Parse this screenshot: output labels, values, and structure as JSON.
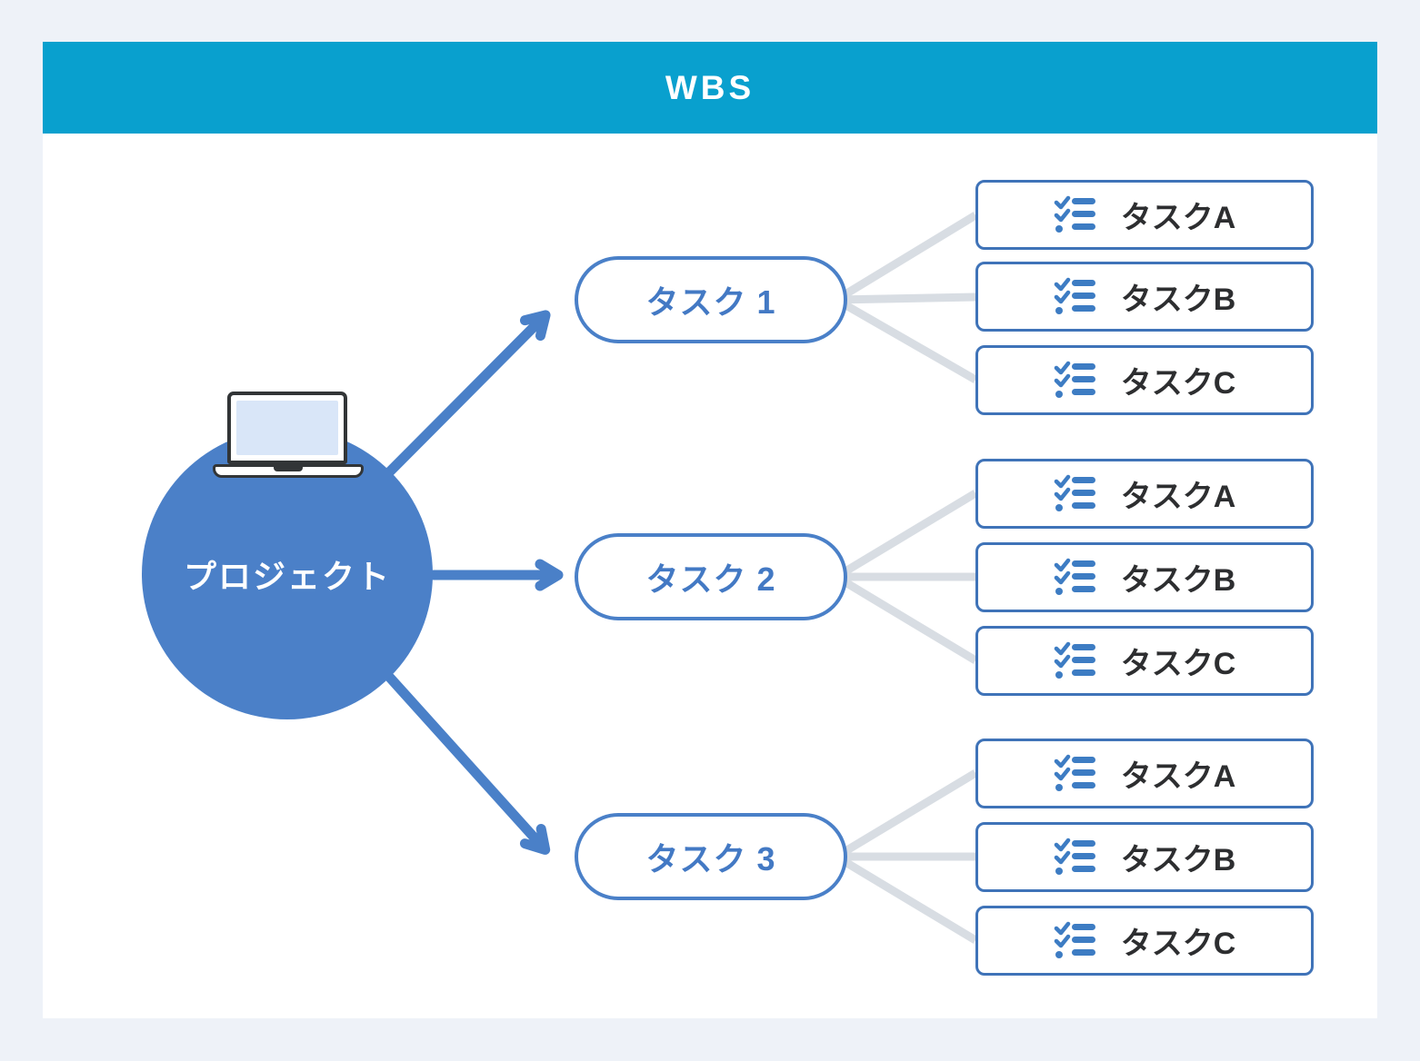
{
  "header": {
    "title": "WBS"
  },
  "project": {
    "label": "プロジェクト",
    "icon": "laptop-icon"
  },
  "tasks": [
    {
      "label": "タスク 1",
      "subtasks": [
        "タスクA",
        "タスクB",
        "タスクC"
      ]
    },
    {
      "label": "タスク 2",
      "subtasks": [
        "タスクA",
        "タスクB",
        "タスクC"
      ]
    },
    {
      "label": "タスク 3",
      "subtasks": [
        "タスクA",
        "タスクB",
        "タスクC"
      ]
    }
  ],
  "icons": {
    "subtask": "checklist-icon",
    "project": "laptop-icon"
  },
  "colors": {
    "bg": "#eef2f8",
    "card": "#ffffff",
    "header-bg": "#09a0ce",
    "header-text": "#ffffff",
    "node-blue": "#4b80c8",
    "accent-blue": "#4a80c8",
    "pill-text": "#4379c4",
    "box-border": "#3f73b8",
    "box-text": "#2d2e30",
    "icon-blue": "#3d7cc3",
    "connector": "#d8dde3",
    "laptop-dark": "#323537",
    "laptop-screen": "#d9e6f8"
  }
}
